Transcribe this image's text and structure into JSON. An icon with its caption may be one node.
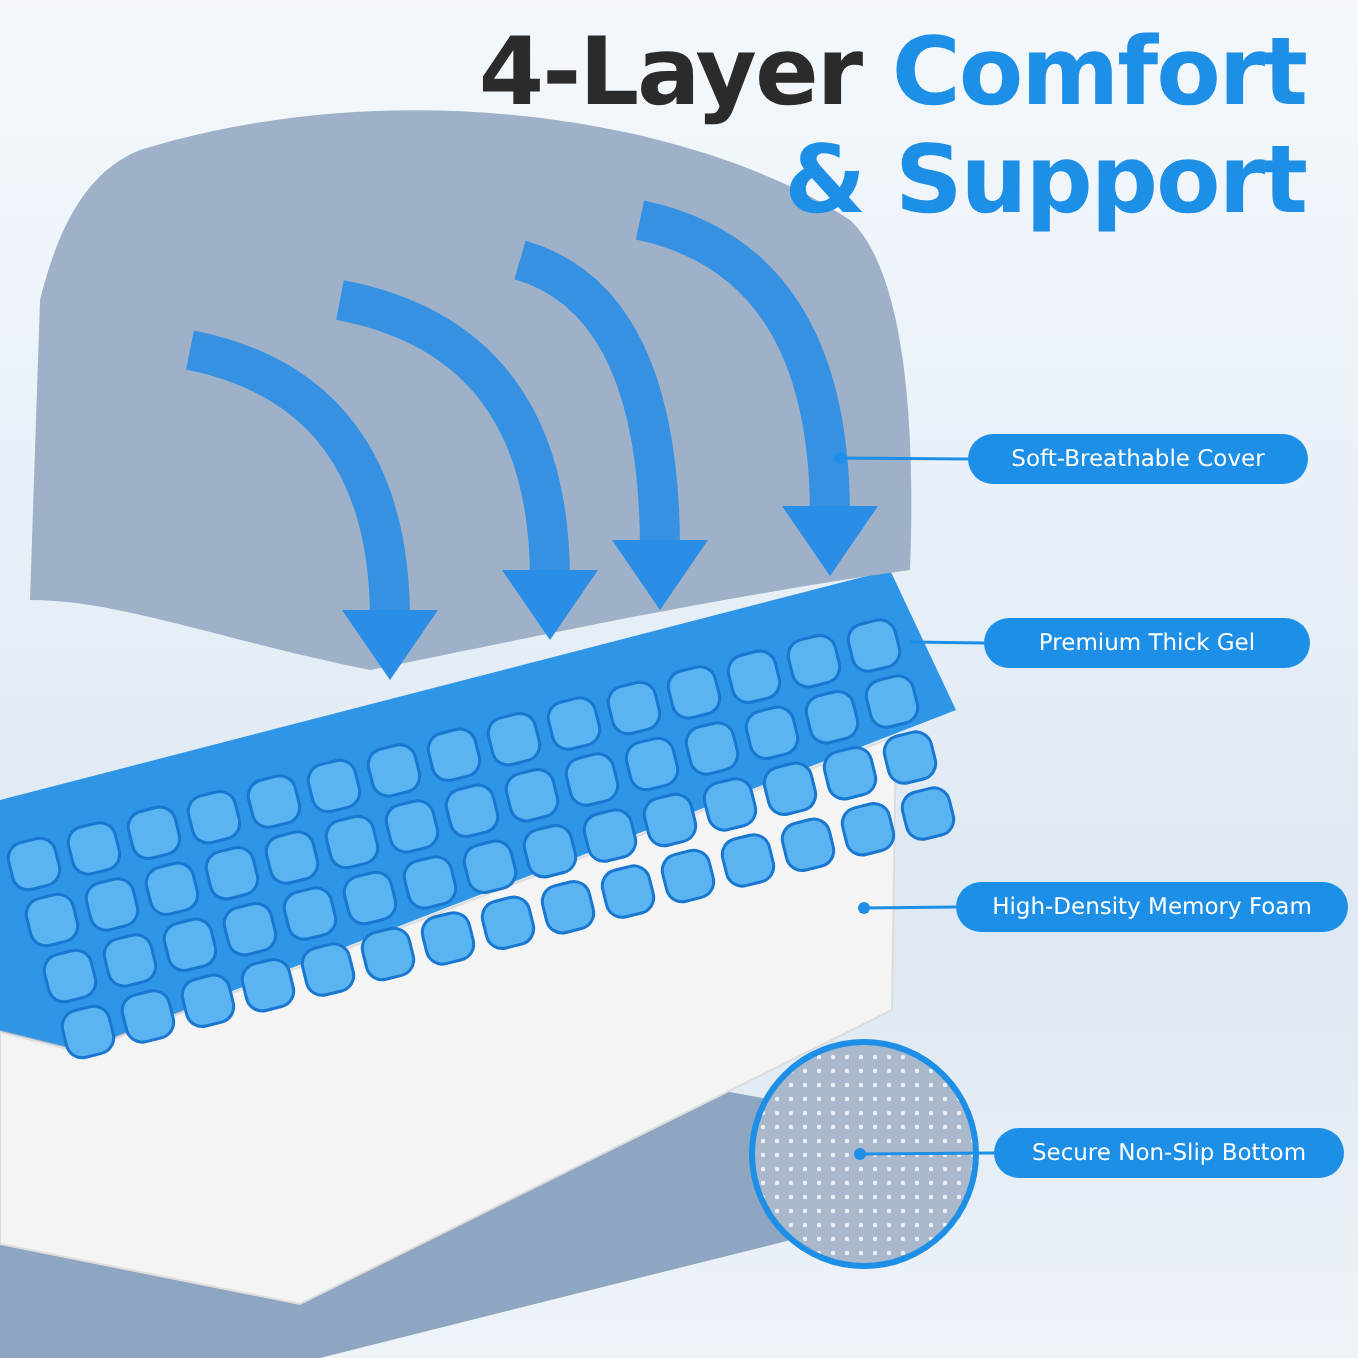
{
  "diagram": {
    "title": "4-Layer Comfort & Support",
    "nodes": [
      {
        "text": [
          "Soft-Breathable Cover"
        ]
      },
      {
        "text": [
          "Premium Thick Gel"
        ]
      },
      {
        "text": [
          "High-Density Memory Foam"
        ]
      },
      {
        "text": [
          "Secure Non-Slip Bottom"
        ]
      },
      {
        "text": [],
        "shape": "picture"
      },
      {
        "text": [],
        "shape": "picture"
      },
      {
        "text": [],
        "shape": "picture"
      },
      {
        "text": [],
        "shape": "picture"
      }
    ],
    "edges": [
      {
        "from": 0,
        "to": 4,
        "arrow": "other"
      },
      {
        "from": 1,
        "to": 5,
        "arrow": "none"
      },
      {
        "from": 2,
        "to": 6,
        "arrow": "other"
      },
      {
        "from": 3,
        "to": 7,
        "arrow": "other"
      }
    ]
  }
}
